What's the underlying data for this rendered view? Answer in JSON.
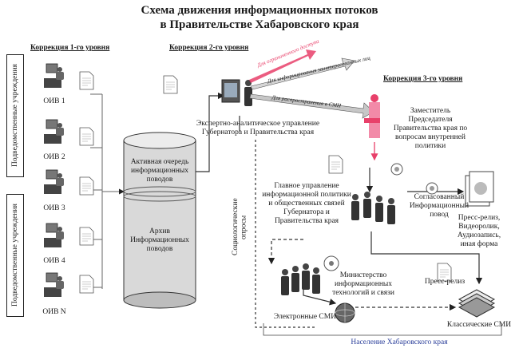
{
  "title_line1": "Схема движения информационных потоков",
  "title_line2": "в Правительстве Хабаровского края",
  "levels": {
    "l1": "Коррекция 1-го уровня",
    "l2": "Коррекция 2-го уровня",
    "l3": "Коррекция 3-го уровня"
  },
  "side_labels": {
    "top": "Подведомственные учреждения",
    "bottom": "Подведомственные учреждения"
  },
  "oiv": [
    "ОИВ 1",
    "ОИВ 2",
    "ОИВ 3",
    "ОИВ 4",
    "ОИВ N"
  ],
  "cylinder": {
    "active": "Активная очередь\nинформационных\nповодов",
    "archive": "Архив\nИнформационных\nповодов"
  },
  "nodes": {
    "expert": "Экспертно-аналитическое управление\nГубернатора и Правительства края",
    "deputy": "Заместитель\nПредседателя\nПравительства края по\nвопросам внутренней\nполитики",
    "main_dept": "Главное управление\nинформационной политики\nи общественных связей\nГубернатора и\nПравительства края",
    "agreed": "Согласованный\nИнформационный\nповод",
    "press_forms": "Пресс-релиз,\nВидеоролик,\nАудиозапись,\nиная форма",
    "ministry": "Министерство\nинформационных\nтехнологий и связи",
    "press_release": "Пресс-релиз",
    "electronic_media": "Электронные СМИ",
    "classic_media": "Классические СМИ",
    "population": "Население Хабаровского края",
    "socio": "Социологические\nопросы"
  },
  "arrow_labels": {
    "restricted": "Для ограниченного доступа",
    "informing": "Для информирования заинтересованных лиц",
    "spreading": "Для распространения в СМИ"
  },
  "colors": {
    "accent_pink": "#e8406a",
    "dark": "#1a1a1a",
    "population_text": "#2a3e9a"
  }
}
